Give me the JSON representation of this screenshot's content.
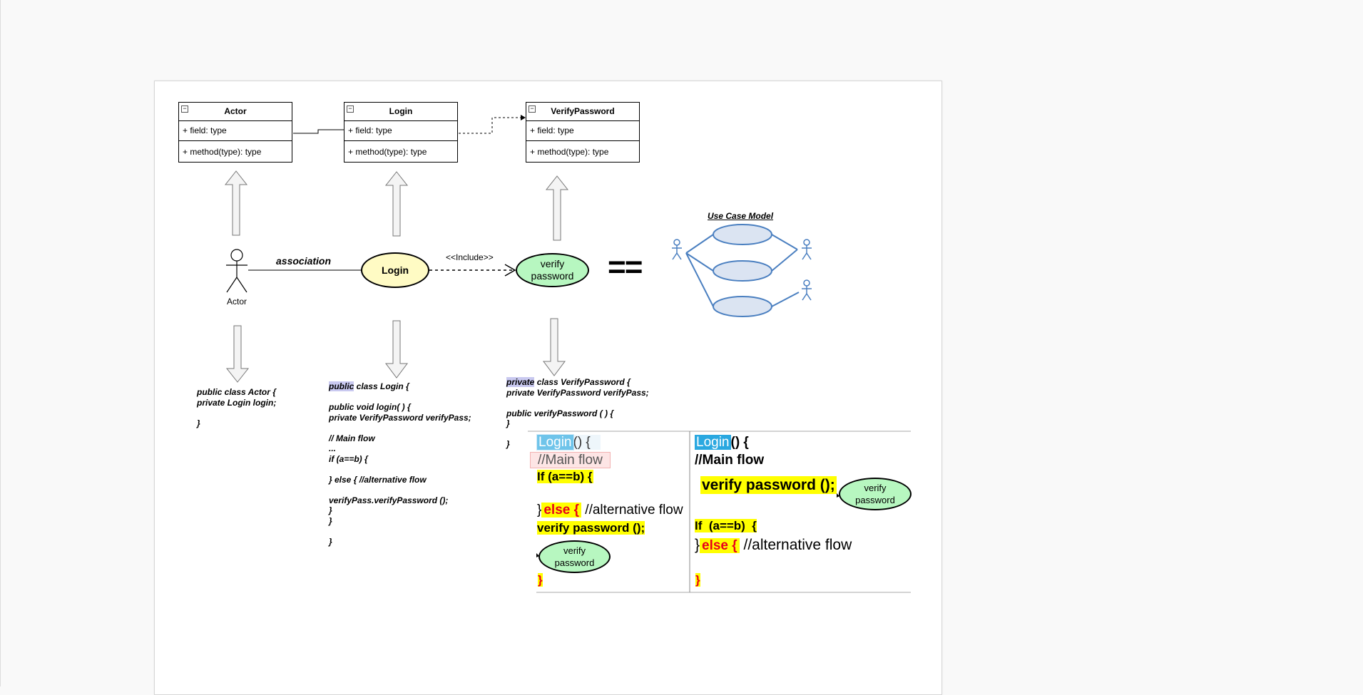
{
  "classes": {
    "actor": {
      "name": "Actor",
      "field": "+ field: type",
      "method": "+ method(type): type"
    },
    "login": {
      "name": "Login",
      "field": "+ field: type",
      "method": "+ method(type): type"
    },
    "verify": {
      "name": "VerifyPassword",
      "field": "+ field: type",
      "method": "+ method(type): type"
    },
    "toggle": "−"
  },
  "usecase": {
    "actor_label": "Actor",
    "association": "association",
    "login": "Login",
    "include": "<<Include>>",
    "verify_l1": "verify",
    "verify_l2": "password",
    "equals": "==",
    "model_title": "Use Case Model"
  },
  "code": {
    "actor": [
      "public class Actor {",
      "private Login login;",
      "",
      "}"
    ],
    "login_kw": "public",
    "login_rest": " class Login {",
    "login": [
      "",
      "public void login( ) {",
      "private VerifyPassword verifyPass;",
      "",
      "// Main flow",
      "...",
      "if (a==b) {",
      "",
      "} else { //alternative flow",
      "",
      "verifyPass.verifyPassword ();",
      "}",
      "}",
      "",
      "}"
    ],
    "verify_kw": "private",
    "verify_rest": " class VerifyPassword {",
    "verify": [
      "private VerifyPassword verifyPass;",
      "",
      "public verifyPassword ( ) {",
      "}",
      "",
      "}"
    ]
  },
  "flow_left": {
    "login": "Login",
    "login_paren": "() {",
    "main_flow": "//Main flow",
    "if_stmt": "If (a==b) {",
    "brace": "}",
    "else_kw": "else {",
    "alt_flow": "//alternative flow",
    "verify_call": "verify password ();",
    "close": "}"
  },
  "flow_right": {
    "login": "Login",
    "login_paren": "() {",
    "main_flow": "//Main flow",
    "verify_call": "verify password ();",
    "if_stmt": "If  (a==b)  {",
    "brace": "}",
    "else_kw": "else {",
    "alt_flow": "//alternative flow",
    "close": "}"
  },
  "colors": {
    "login_fill": "#fffbc4",
    "verify_fill": "#b7f7c0",
    "highlight": "#ffff00",
    "else_red": "#e8001b",
    "login_tag": "#2aa8e0",
    "ucm_stroke": "#4a7fc0",
    "ucm_fill": "#dbe4f2"
  }
}
